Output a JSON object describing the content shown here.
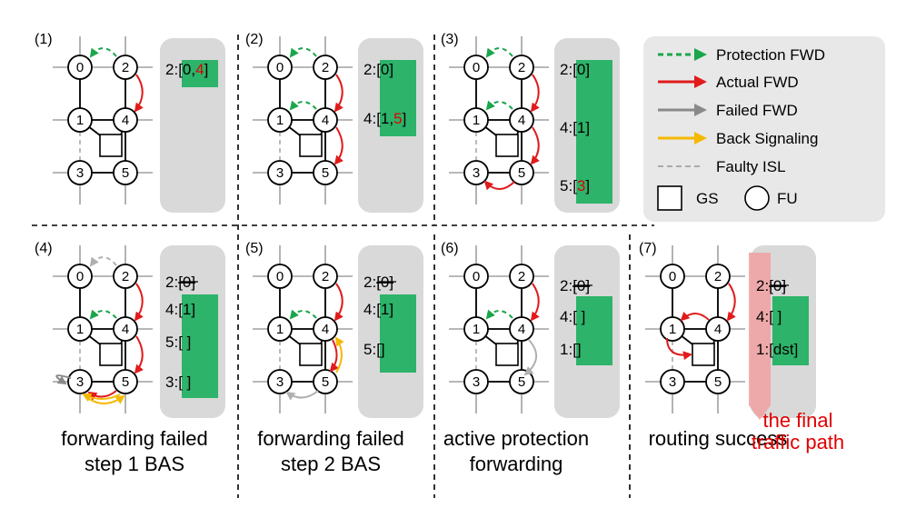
{
  "colors": {
    "protection": "#1aa64a",
    "actual": "#e01b1b",
    "failed": "#8a8a8a",
    "back_signaling": "#f5b800",
    "faulty_isl": "#aaaaaa",
    "table_bg": "#d9d9d9",
    "table_green": "#2db36a",
    "highlight_red": "#e00000",
    "final_path": "#f0a0a0"
  },
  "panels": [
    {
      "number": "(1)",
      "table": [
        {
          "key": "2:",
          "value": "[0,",
          "red": "4",
          "close": "]",
          "strike": false
        }
      ],
      "caption": []
    },
    {
      "number": "(2)",
      "table": [
        {
          "key": "2:",
          "value": "[0]",
          "red": "",
          "close": "",
          "strike": false
        },
        {
          "key": "4:",
          "value": "[1,",
          "red": "5",
          "close": "]",
          "strike": false
        }
      ],
      "caption": []
    },
    {
      "number": "(3)",
      "table": [
        {
          "key": "2:",
          "value": "[0]",
          "red": "",
          "close": "",
          "strike": false
        },
        {
          "key": "4:",
          "value": "[1]",
          "red": "",
          "close": "",
          "strike": false
        },
        {
          "key": "5:",
          "value": "[",
          "red": "3",
          "close": "]",
          "strike": false
        }
      ],
      "caption": []
    },
    {
      "number": "(4)",
      "table": [
        {
          "key": "2:",
          "value": "[0]",
          "red": "",
          "close": "",
          "strike": true
        },
        {
          "key": "4:",
          "value": "[1]",
          "red": "",
          "close": "",
          "strike": false
        },
        {
          "key": "5:",
          "value": "[ ]",
          "red": "",
          "close": "",
          "strike": false
        },
        {
          "key": "3:",
          "value": "[ ]",
          "red": "",
          "close": "",
          "strike": false
        }
      ],
      "caption": [
        "forwarding failed",
        "step 1 BAS"
      ]
    },
    {
      "number": "(5)",
      "table": [
        {
          "key": "2:",
          "value": "[0]",
          "red": "",
          "close": "",
          "strike": true
        },
        {
          "key": "4:",
          "value": "[1]",
          "red": "",
          "close": "",
          "strike": false
        },
        {
          "key": "5:",
          "value": "[]",
          "red": "",
          "close": "",
          "strike": false
        }
      ],
      "caption": [
        "forwarding failed",
        "step 2 BAS"
      ]
    },
    {
      "number": "(6)",
      "table": [
        {
          "key": "2:",
          "value": "[0]",
          "red": "",
          "close": "",
          "strike": true
        },
        {
          "key": "4:",
          "value": "[ ]",
          "red": "",
          "close": "",
          "strike": false
        },
        {
          "key": "1:",
          "value": "[]",
          "red": "",
          "close": "",
          "strike": false
        }
      ],
      "caption": [
        "active protection",
        "forwarding"
      ]
    },
    {
      "number": "(7)",
      "table": [
        {
          "key": "2:",
          "value": "[0]",
          "red": "",
          "close": "",
          "strike": true
        },
        {
          "key": "4:",
          "value": "[ ]",
          "red": "",
          "close": "",
          "strike": false
        },
        {
          "key": "1:",
          "value": "[dst]",
          "red": "",
          "close": "",
          "strike": false
        }
      ],
      "caption": [
        "routing success"
      ]
    }
  ],
  "node_labels": [
    "0",
    "1",
    "2",
    "3",
    "4",
    "5"
  ],
  "final_path_label": [
    "the final",
    "traffic path"
  ],
  "legend": {
    "items": [
      {
        "label": "Protection FWD",
        "style": "protection"
      },
      {
        "label": "Actual FWD",
        "style": "actual"
      },
      {
        "label": "Failed FWD",
        "style": "failed"
      },
      {
        "label": "Back Signaling",
        "style": "back_signaling"
      },
      {
        "label": "Faulty ISL",
        "style": "faulty_isl"
      }
    ],
    "gs_label": "GS",
    "fu_label": "FU"
  }
}
